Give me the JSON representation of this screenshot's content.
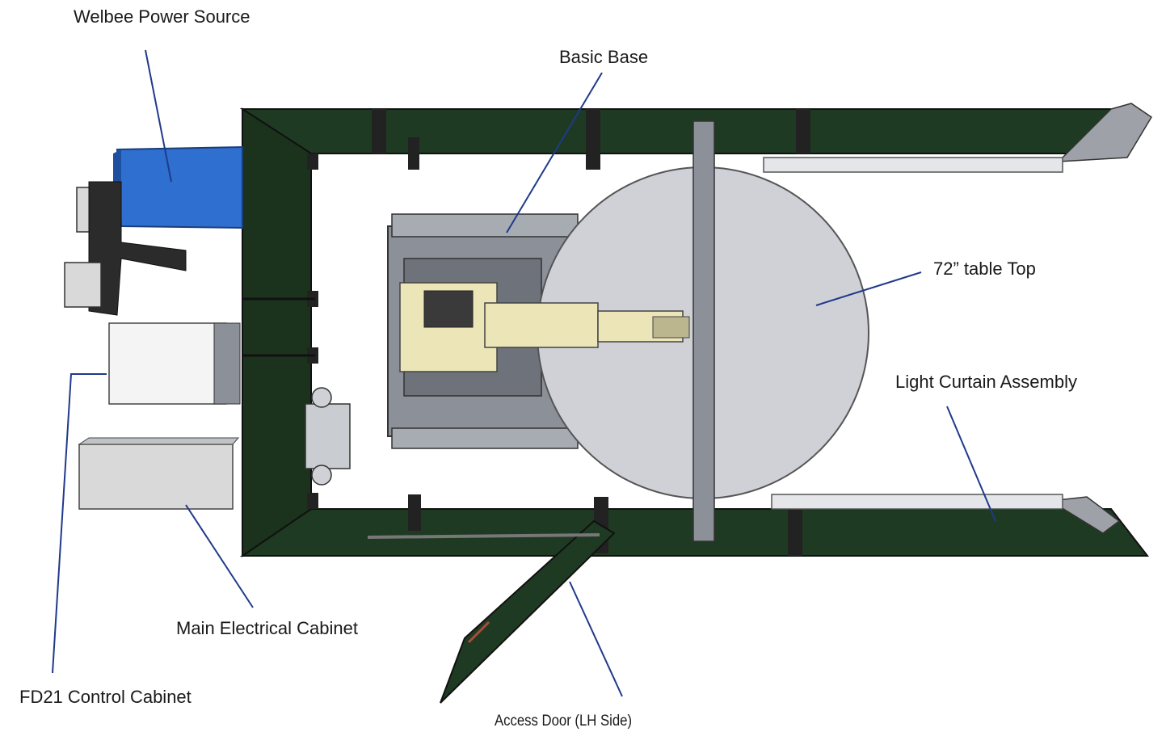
{
  "labels": {
    "welbee": "Welbee Power Source",
    "basic_base": "Basic Base",
    "table_top": "72” table Top",
    "light_curtain": "Light Curtain Assembly",
    "main_cabinet": "Main Electrical Cabinet",
    "fd21": "FD21 Control Cabinet",
    "access_door": "Access Door (LH Side)"
  },
  "colors": {
    "fence_green": "#1f3a22",
    "fence_dark": "#152a17",
    "power_source_blue": "#2f6fd0",
    "table_gray": "#cfd1d6",
    "base_gray": "#8b9099",
    "robot_yellow": "#ece5b8",
    "leader_line": "#1f3a8a",
    "cabinet_gray": "#d9d9d9"
  }
}
